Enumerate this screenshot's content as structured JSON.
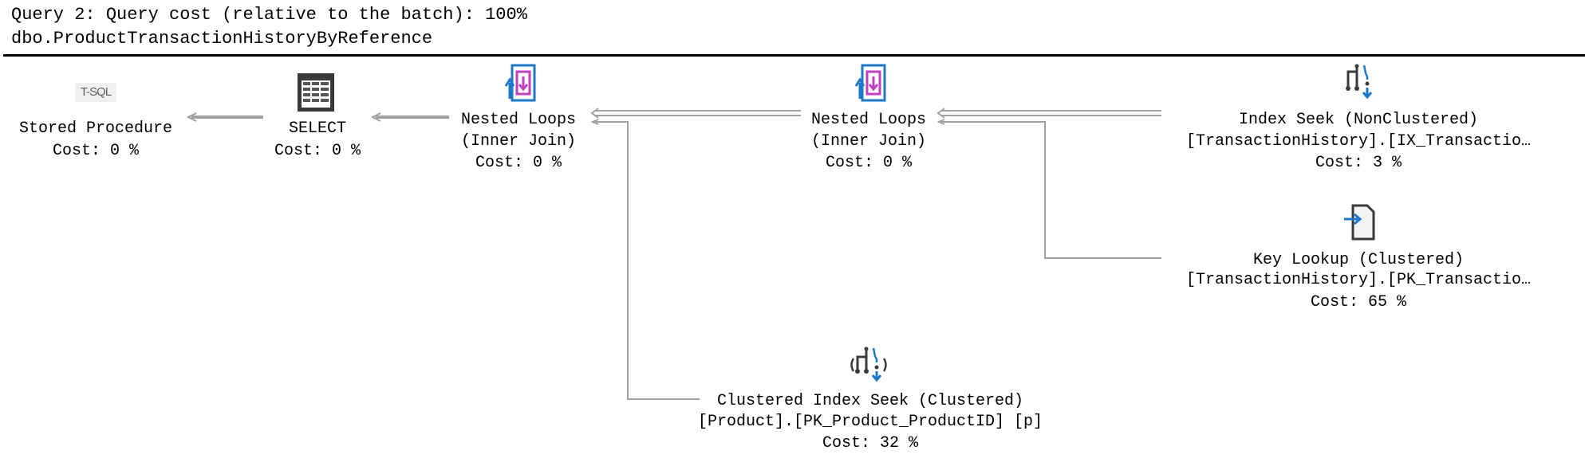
{
  "header": {
    "query_line": "Query 2: Query cost (relative to the batch): 100%",
    "procedure_name": "dbo.ProductTransactionHistoryByReference"
  },
  "nodes": {
    "stored_procedure": {
      "icon": "tsql-icon",
      "icon_text": "T-SQL",
      "title": "Stored Procedure",
      "cost": "Cost: 0 %"
    },
    "select": {
      "icon": "select-icon",
      "title": "SELECT",
      "cost": "Cost: 0 %"
    },
    "nested_loops_1": {
      "icon": "nested-loops-icon",
      "title": "Nested Loops",
      "subtitle": "(Inner Join)",
      "cost": "Cost: 0 %"
    },
    "nested_loops_2": {
      "icon": "nested-loops-icon",
      "title": "Nested Loops",
      "subtitle": "(Inner Join)",
      "cost": "Cost: 0 %"
    },
    "index_seek": {
      "icon": "index-seek-icon",
      "title": "Index Seek (NonClustered)",
      "object": "[TransactionHistory].[IX_Transactio…",
      "cost": "Cost: 3 %"
    },
    "key_lookup": {
      "icon": "key-lookup-icon",
      "title": "Key Lookup (Clustered)",
      "object": "[TransactionHistory].[PK_Transactio…",
      "cost": "Cost: 65 %"
    },
    "clustered_index_seek": {
      "icon": "clustered-index-seek-icon",
      "title": "Clustered Index Seek (Clustered)",
      "object": "[Product].[PK_Product_ProductID] [p]",
      "cost": "Cost: 32 %"
    }
  },
  "colors": {
    "arrow": "#a0a0a0",
    "blue": "#1e78c8",
    "magenta": "#c040c0",
    "dark": "#3a3a3a"
  }
}
